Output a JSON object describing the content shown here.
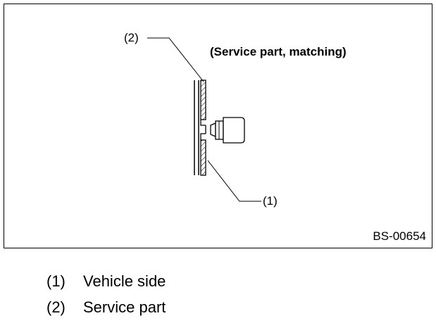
{
  "figure": {
    "caption": "(Service part, matching)",
    "figure_id": "BS-00654",
    "callouts": [
      {
        "label": "(2)"
      },
      {
        "label": "(1)"
      }
    ]
  },
  "legend": [
    {
      "num": "(1)",
      "text": "Vehicle side"
    },
    {
      "num": "(2)",
      "text": "Service part"
    }
  ]
}
